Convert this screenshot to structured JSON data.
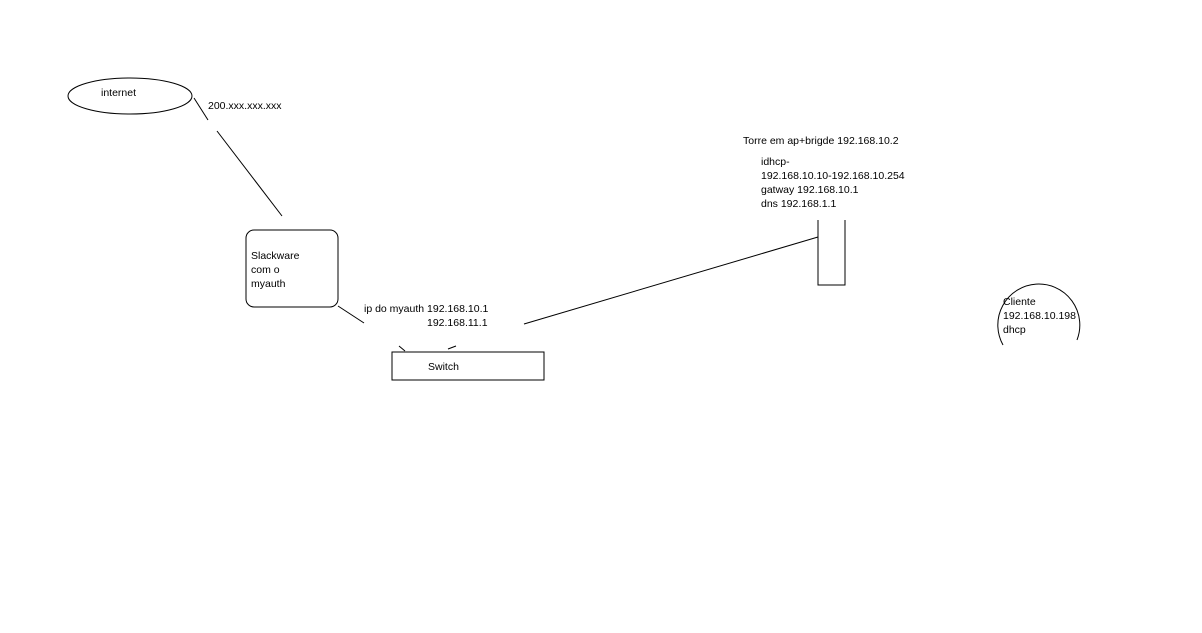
{
  "internet": {
    "label": "internet",
    "ip": "200.xxx.xxx.xxx"
  },
  "server": {
    "lines": [
      "Slackware",
      "com o",
      "myauth"
    ],
    "ip_line1": "ip do myauth 192.168.10.1",
    "ip_line2": "192.168.11.1"
  },
  "switch": {
    "label": "Switch"
  },
  "tower": {
    "title": "Torre em ap+brigde 192.168.10.2",
    "config_lines": [
      "idhcp-",
      "192.168.10.10-192.168.10.254",
      "gatway 192.168.10.1",
      "dns 192.168.1.1"
    ]
  },
  "client": {
    "lines": [
      "Cliente",
      "192.168.10.198",
      "dhcp"
    ]
  }
}
